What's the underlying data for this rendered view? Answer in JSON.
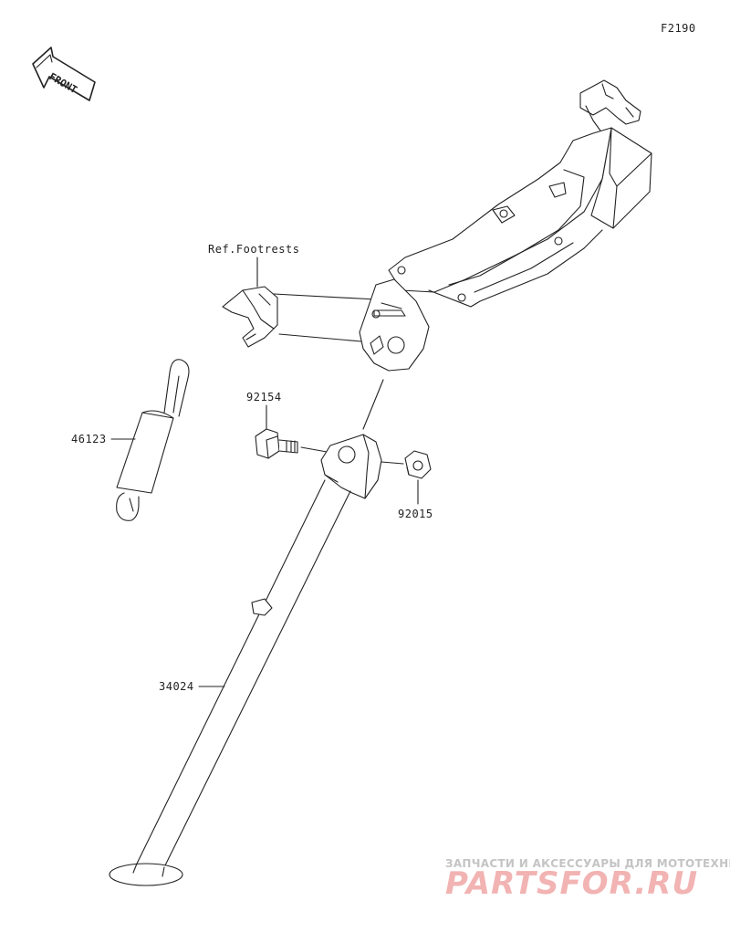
{
  "diagram": {
    "code": "F2190",
    "front_label": "FRONT",
    "parts": {
      "ref_footrests": "Ref.Footrests",
      "spring": "46123",
      "bolt": "92154",
      "nut": "92015",
      "stand": "34024"
    }
  },
  "watermark": {
    "tagline": "ЗАПЧАСТИ И АКСЕССУАРЫ ДЛЯ МОТОТЕХНИКИ",
    "logo": "PARTSFOR.RU"
  },
  "colors": {
    "line": "#222222",
    "watermark_gray": "#c4c4c4",
    "watermark_red": "#f2b3b3"
  }
}
